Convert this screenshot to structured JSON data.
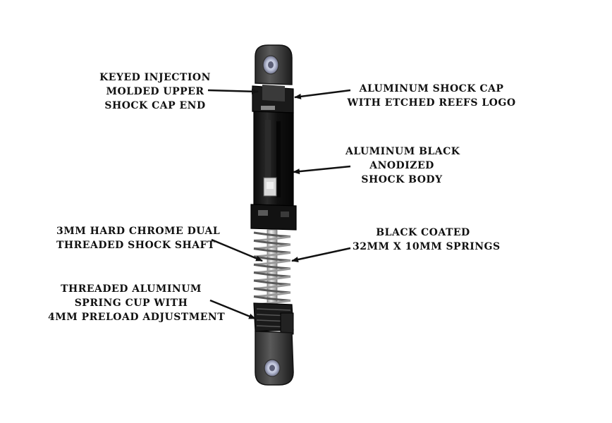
{
  "callouts": [
    {
      "id": "upper-cap-end",
      "lines": [
        "KEYED INJECTION",
        "MOLDED UPPER",
        "SHOCK CAP END"
      ]
    },
    {
      "id": "shock-cap",
      "lines": [
        "ALUMINUM SHOCK CAP",
        "WITH ETCHED REEFS LOGO"
      ]
    },
    {
      "id": "shock-body",
      "lines": [
        "ALUMINUM BLACK",
        "ANODIZED",
        "SHOCK BODY"
      ]
    },
    {
      "id": "shock-shaft",
      "lines": [
        "3MM HARD CHROME DUAL",
        "THREADED SHOCK SHAFT"
      ]
    },
    {
      "id": "springs",
      "lines": [
        "BLACK COATED",
        "32MM X 10MM SPRINGS"
      ]
    },
    {
      "id": "spring-cup",
      "lines": [
        "THREADED ALUMINUM",
        "SPRING CUP WITH",
        "4MM PRELOAD ADJUSTMENT"
      ]
    }
  ],
  "colors": {
    "body": "#141414",
    "body_highlight": "#3a3a3a",
    "shaft": "#d8d8d8",
    "spring": "#8a8a8a",
    "text": "#111111"
  }
}
